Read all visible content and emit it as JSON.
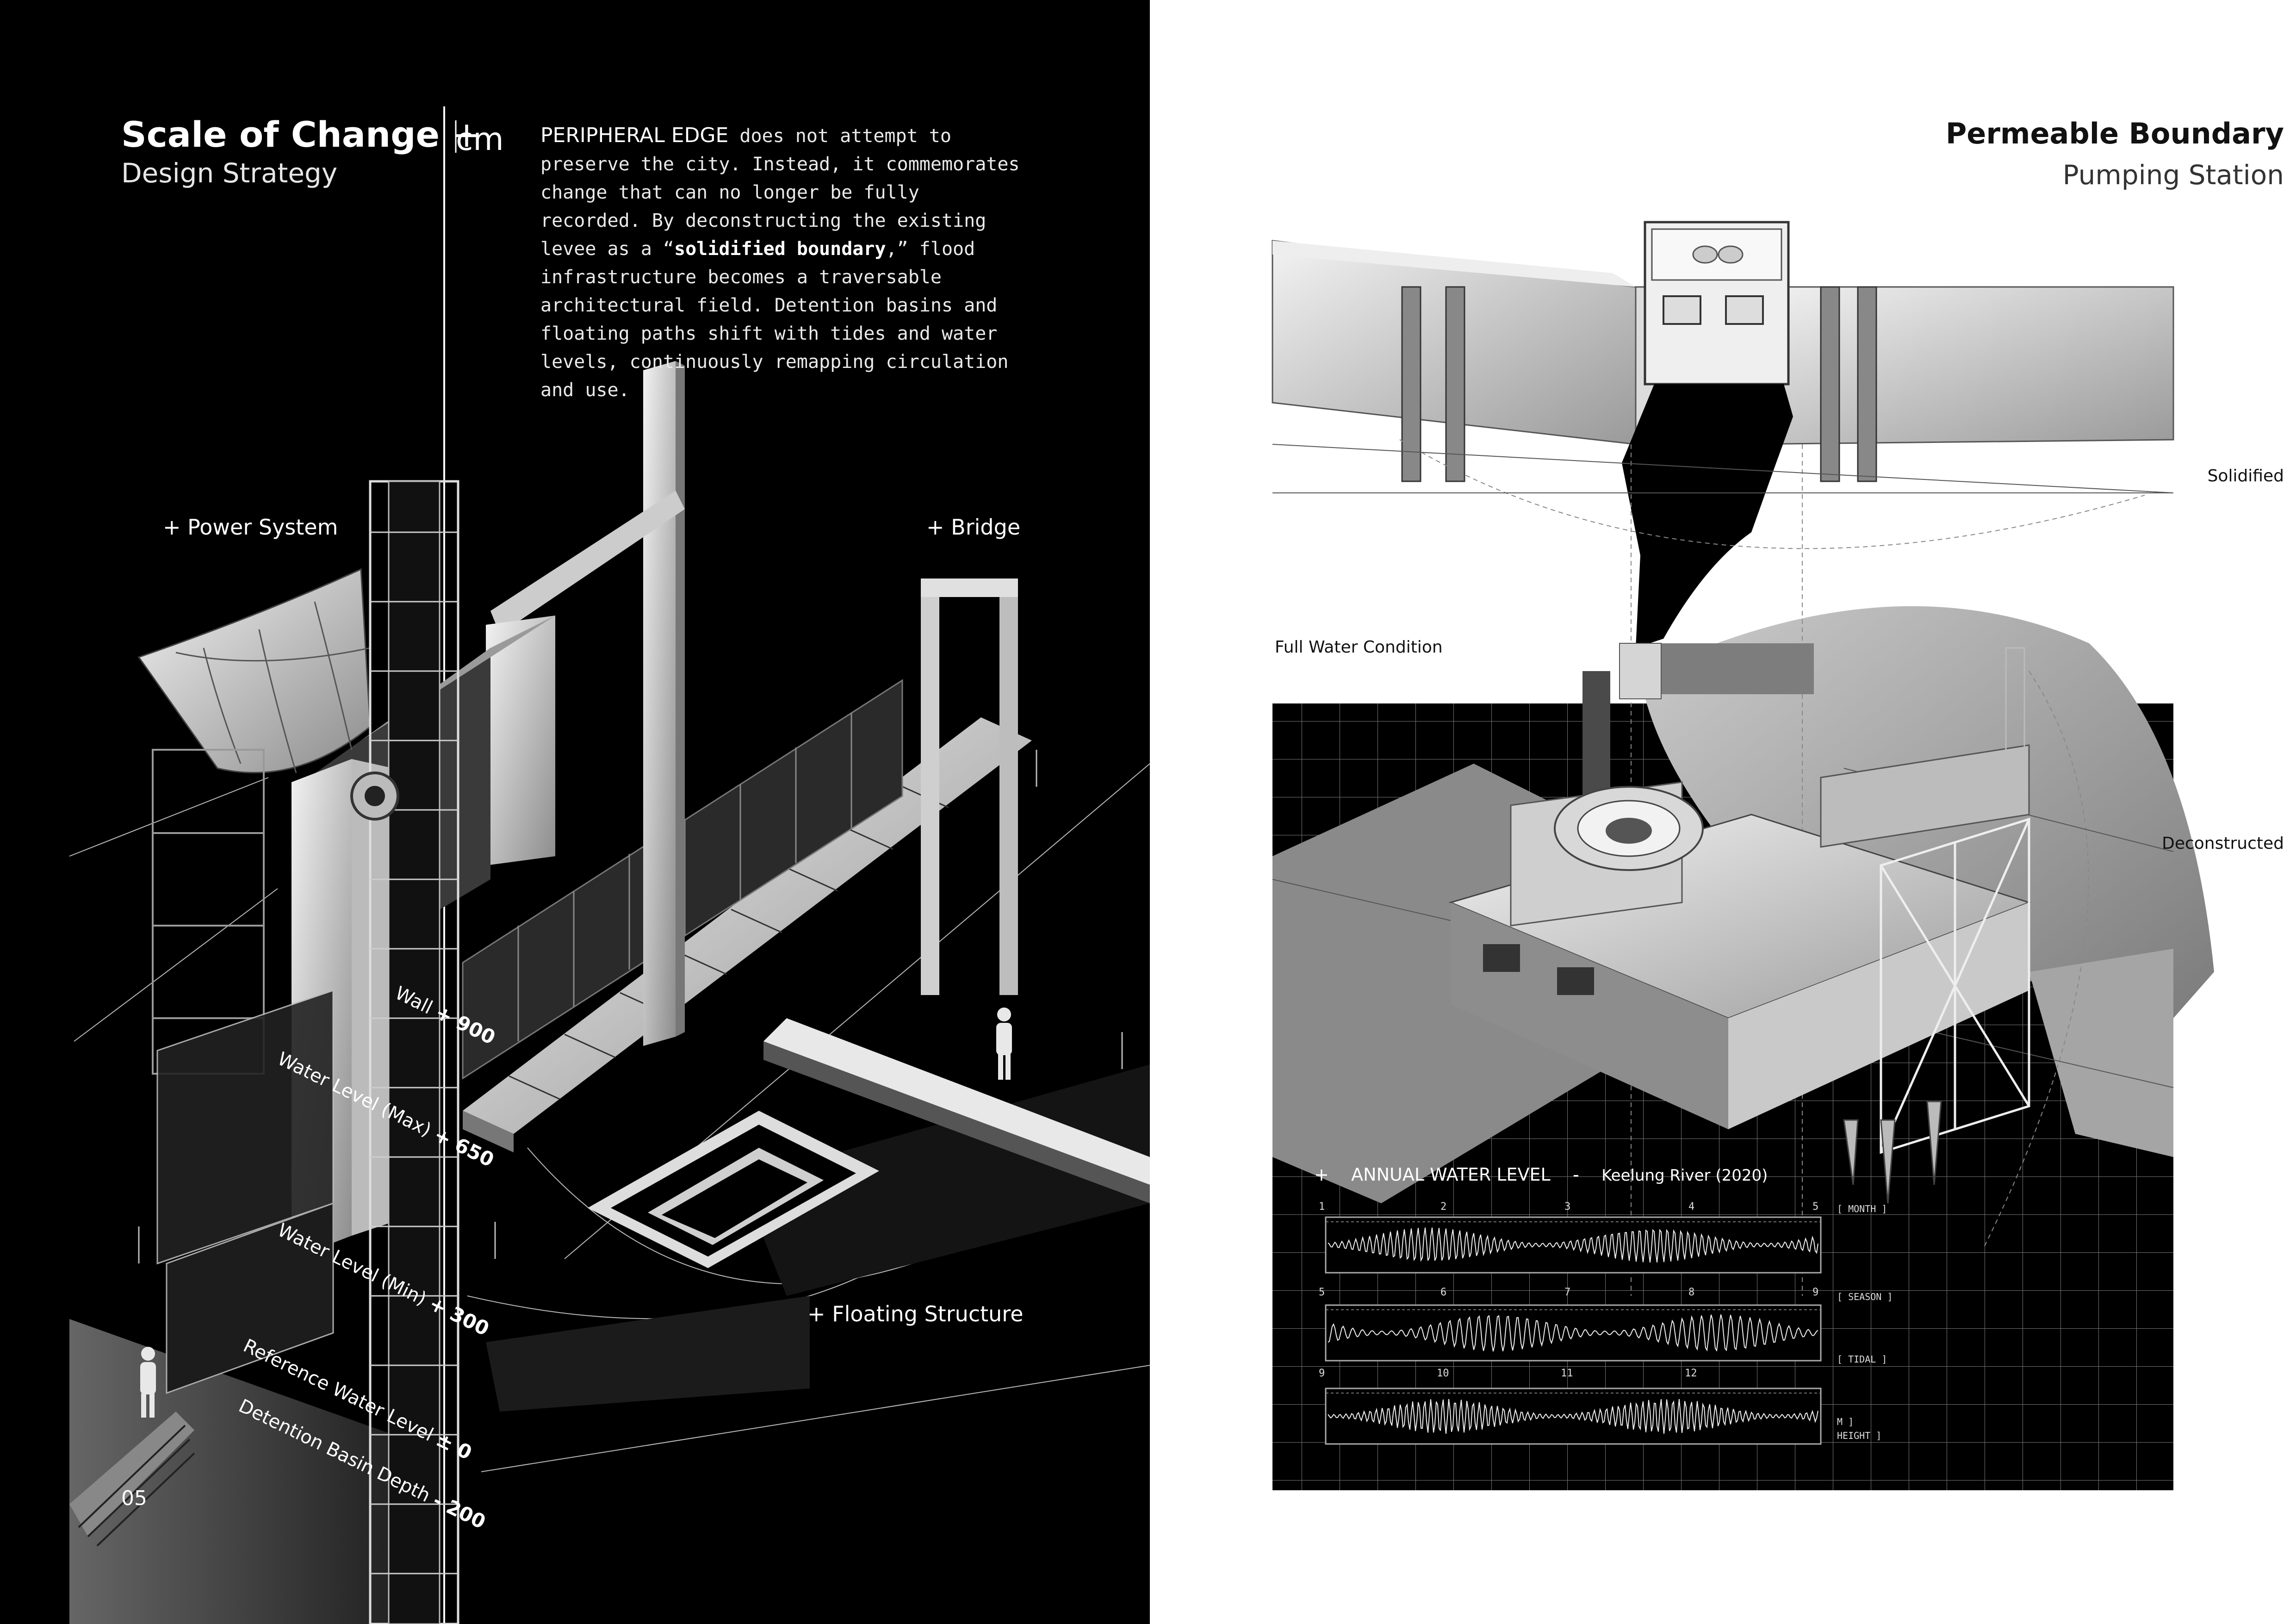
{
  "left_panel": {
    "title": "Scale of Change",
    "title_plus": "+",
    "title_unit": "cm",
    "subtitle": "Design Strategy",
    "paragraph": {
      "lead": "PERIPHERAL EDGE",
      "part1": " does not attempt to preserve the city. Instead, it commemorates change that can no longer be fully recorded. By deconstructing the existing levee as a “",
      "emphasis": "solidified boundary",
      "part2": ",” flood infrastructure becomes a traversable architectural field. Detention basins and floating paths shift with tides and water levels, continuously remapping circulation and use."
    },
    "callouts": {
      "power": "+  Power System",
      "bridge": "+  Bridge",
      "floating": "+  Floating Structure"
    },
    "levels": [
      {
        "label": "Wall",
        "value": "+ 900"
      },
      {
        "label": "Water Level (Max)",
        "value": "+ 650"
      },
      {
        "label": "Water Level (Min)",
        "value": "+ 300"
      },
      {
        "label": "Reference Water Level",
        "value": "± 0"
      },
      {
        "label": "Detention Basin Depth",
        "value": "- 200"
      }
    ],
    "page_number": "05"
  },
  "right_panel": {
    "title": "Permeable Boundary",
    "subtitle": "Pumping Station",
    "labels": {
      "solidified": "Solidified",
      "full_water": "Full Water Condition",
      "deconstructed": "Deconstructed"
    },
    "chart_header": {
      "plus": "+",
      "title": "ANNUAL WATER LEVEL",
      "dash": "-",
      "source": "Keelung River (2020)"
    },
    "chart_rows": [
      {
        "ticks": [
          "1",
          "2",
          "3",
          "4",
          "5"
        ],
        "side": "[ MONTH ]"
      },
      {
        "ticks": [
          "5",
          "6",
          "7",
          "8",
          "9"
        ],
        "side": "[ SEASON ]"
      },
      {
        "ticks": [
          "9",
          "10",
          "11",
          "12",
          ""
        ],
        "side": "[ TIDAL ]"
      }
    ],
    "side_extra": [
      "M ]",
      "HEIGHT ]"
    ]
  }
}
